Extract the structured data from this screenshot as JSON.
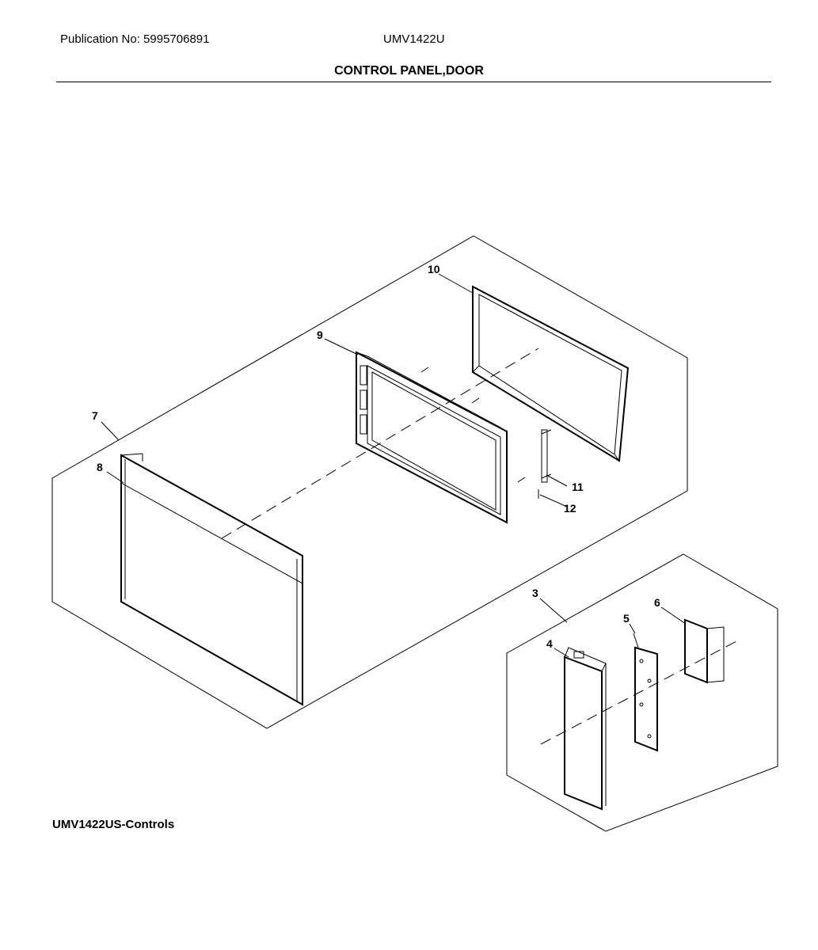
{
  "header": {
    "publication": "Publication No: 5995706891",
    "model": "UMV1422U",
    "title": "CONTROL PANEL,DOOR"
  },
  "footer": {
    "label": "UMV1422US-Controls"
  },
  "callouts": [
    "10",
    "9",
    "7",
    "8",
    "11",
    "12",
    "3",
    "4",
    "5",
    "6"
  ]
}
